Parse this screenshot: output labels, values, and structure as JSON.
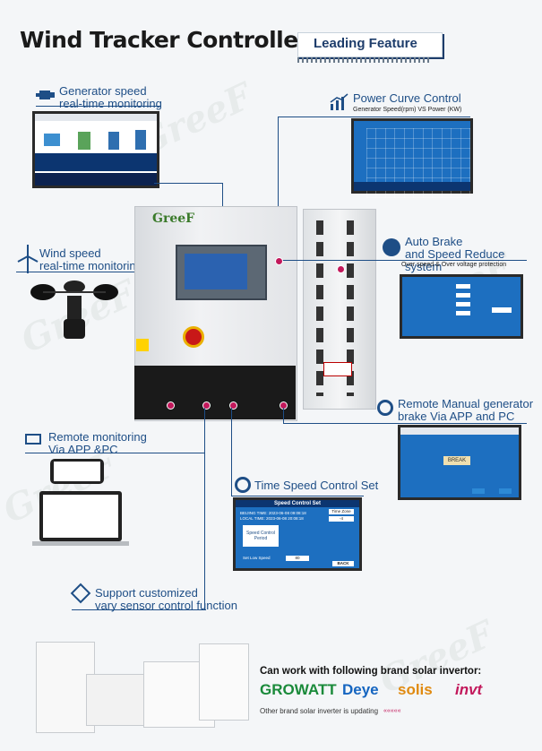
{
  "header": {
    "title": "Wind Tracker Controller",
    "subtitle": "Leading Feature"
  },
  "features": {
    "gen_speed": {
      "line1": "Generator speed",
      "line2": "real-time monitoring"
    },
    "power_curve": {
      "title": "Power Curve Control",
      "sub": "Generator Speed(rpm) VS Power (KW)"
    },
    "auto_brake": {
      "line1": "Auto Brake",
      "line2": "and Speed Reduce system",
      "sub": "Over speed & Over voltage protection"
    },
    "wind_speed": {
      "line1": "Wind speed",
      "line2": "real-time monitoring"
    },
    "remote_brake": {
      "line1": "Remote Manual generator",
      "line2": "brake Via APP and PC"
    },
    "remote_monitor": {
      "line1": "Remote monitoring",
      "line2": "Via APP &PC"
    },
    "time_speed": {
      "title": "Time Speed Control Set"
    },
    "sensor": {
      "line1": "Support customized",
      "line2": "vary sensor control function"
    }
  },
  "screens": {
    "speed_control": {
      "title": "Speed Control Set",
      "row1": "BEIJING TIME: 2023-06-08 09:08:18",
      "row2": "LOCAL TIME: 2023-06-08 20:08:18",
      "time_zone": "Time Zone",
      "zone_val": "-4",
      "label": "Speed Control Period",
      "set_low": "Set Low Speed",
      "low_val": "80",
      "back": "BACK"
    },
    "brake": {
      "breaker": "BREAK"
    }
  },
  "logos": {
    "greef": "GreeF",
    "cabinet_brand": "GreeF"
  },
  "brands": {
    "heading": "Can work with following brand solar invertor:",
    "list": [
      "GROWATT",
      "Deye",
      "solis",
      "invt"
    ],
    "footer": "Other brand solar inverter is updating"
  },
  "colors": {
    "accent": "#1e4e86",
    "dot": "#c2185b",
    "screen": "#1f3a7a"
  }
}
